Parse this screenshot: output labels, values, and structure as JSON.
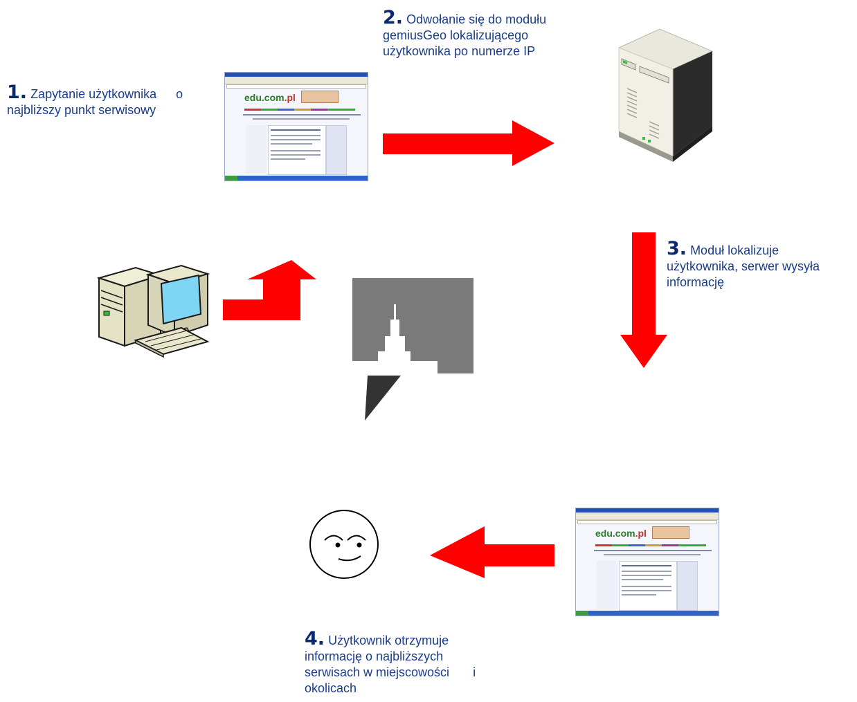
{
  "steps": {
    "s1": {
      "num": "1.",
      "line1_a": "Zapytanie użytkownika",
      "line1_b": "o",
      "line2": "najbliższy punkt serwisowy"
    },
    "s2": {
      "num": "2.",
      "line1": "Odwołanie się do modułu",
      "line2": "gemiusGeo lokalizującego",
      "line3": "użytkownika po numerze IP"
    },
    "s3": {
      "num": "3.",
      "line1": "Moduł lokalizuje",
      "line2": "użytkownika, serwer wysyła",
      "line3": "informację"
    },
    "s4": {
      "num": "4.",
      "line1": "Użytkownik otrzymuje",
      "line2": "informację o najbliższych",
      "line3_a": "serwisach w miejscowości",
      "line3_b": "i",
      "line4": "okolicach"
    }
  },
  "screenshot": {
    "logo_main": "edu.com",
    "logo_suffix": ".pl"
  },
  "colors": {
    "arrow": "#ff0000",
    "text": "#1a3c8c",
    "bubble": "#7a7a7a",
    "bubble_tail": "#333333"
  },
  "icons": [
    "computer-icon",
    "server-icon",
    "smiley-face-icon",
    "speech-bubble-icon"
  ]
}
